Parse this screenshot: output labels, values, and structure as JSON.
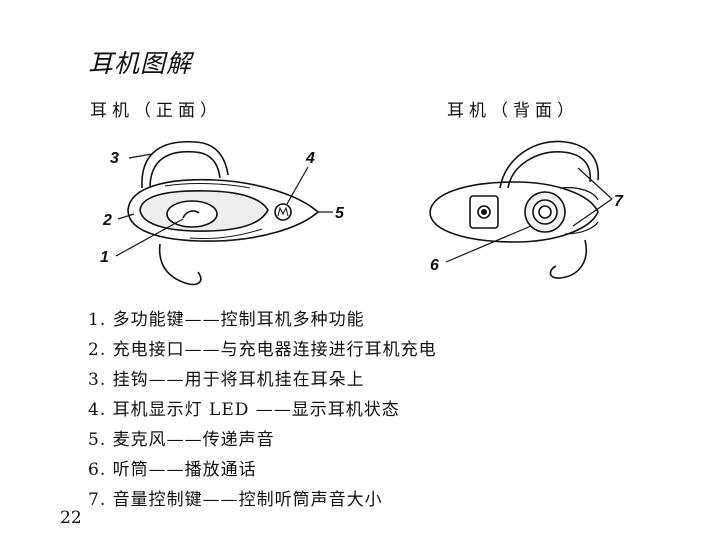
{
  "page": {
    "title": "耳机图解",
    "front_label": "耳机（正面）",
    "back_label": "耳机（背面）",
    "page_number": "22"
  },
  "callouts": {
    "c1": "1",
    "c2": "2",
    "c3": "3",
    "c4": "4",
    "c5": "5",
    "c6": "6",
    "c7": "7"
  },
  "legend": [
    "1. 多功能键——控制耳机多种功能",
    "2. 充电接口——与充电器连接进行耳机充电",
    "3. 挂钩——用于将耳机挂在耳朵上",
    "4. 耳机显示灯 LED ——显示耳机状态",
    "5. 麦克风——传递声音",
    "6. 听筒——播放通话",
    "7. 音量控制键——控制听筒声音大小"
  ]
}
